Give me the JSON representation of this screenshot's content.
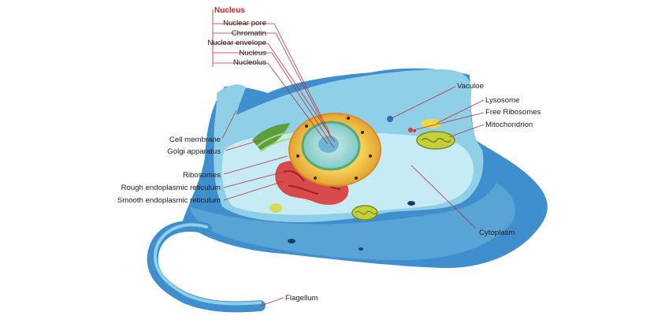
{
  "labels": {
    "nucleus_title": "Nucleus",
    "nuclear_pore": "Nuclear pore",
    "chromatin": "Chromatin",
    "nuclear_envelope": "Nuclear envelope",
    "nucleus": "Nucleus",
    "nucleolus": "Nucleolus",
    "vacuole": "Vaculoe",
    "lysosome": "Lysosome",
    "free_ribosomes": "Free Ribosomes",
    "mitochondrion": "Mitochondrion",
    "cell_membrane": "Cell membrane",
    "golgi_apparatus": "Golgi apparatus",
    "ribosomes": "Ribosomes",
    "rough_er": "Rough endoplasmic reticulum",
    "smooth_er": "Smooth endoplasmic reticulum",
    "cytoplasm": "Cytoplasm",
    "flagellum": "Flagellum"
  },
  "colors": {
    "cell_outer": "#3f8fce",
    "cell_inner": "#9fd8ec",
    "cytoplasm": "#c6ebf5",
    "nucleus_outer": "#f3c43e",
    "nucleus_inner": "#9bd7cf",
    "nucleolus": "#6bb7d3",
    "rough_er": "#d94a4a",
    "golgi": "#5e9e3c",
    "mitochondrion": "#c4cf3c",
    "label_title": "#d4202a",
    "leader_line": "#b9303a"
  }
}
